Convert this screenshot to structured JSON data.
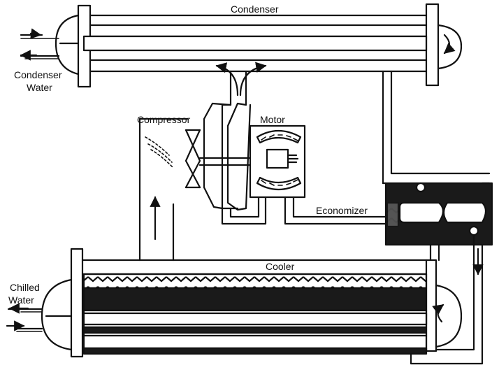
{
  "labels": {
    "condenser": "Condenser",
    "condenser_water_1": "Condenser",
    "condenser_water_2": "Water",
    "compressor": "Compressor",
    "motor": "Motor",
    "economizer": "Economizer",
    "cooler": "Cooler",
    "chilled_water_1": "Chilled",
    "chilled_water_2": "Water"
  },
  "colors": {
    "line": "#111111",
    "fill_dark": "#1a1a1a",
    "background": "#ffffff"
  }
}
